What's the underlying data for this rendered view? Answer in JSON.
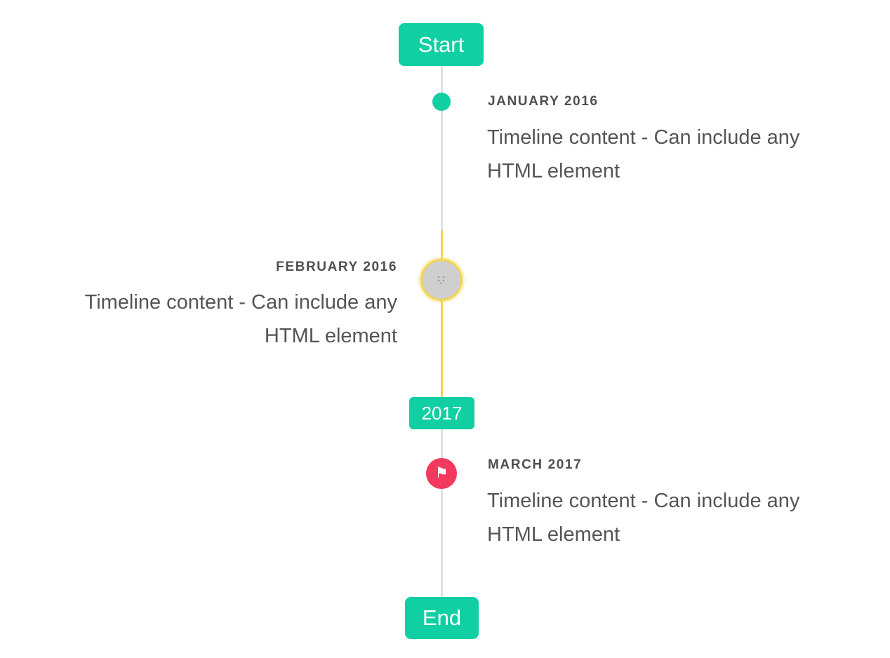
{
  "timeline": {
    "start_label": "Start",
    "end_label": "End",
    "year_badge": "2017",
    "icons": {
      "flag_glyph": "⚑"
    },
    "colors": {
      "accent": "#10cfa2",
      "highlight_line": "#f2d54e",
      "flag_marker": "#f4395f",
      "line": "#e1e1e1",
      "title_text": "#4f4f4f",
      "body_text": "#555555"
    },
    "items": [
      {
        "title": "JANUARY 2016",
        "content": "Timeline content - Can include any HTML element",
        "side": "right",
        "marker": "dot"
      },
      {
        "title": "FEBRUARY 2016",
        "content": "Timeline content - Can include any HTML element",
        "side": "left",
        "marker": "image-placeholder"
      },
      {
        "title": "MARCH 2017",
        "content": "Timeline content - Can include any HTML element",
        "side": "right",
        "marker": "flag"
      }
    ]
  }
}
